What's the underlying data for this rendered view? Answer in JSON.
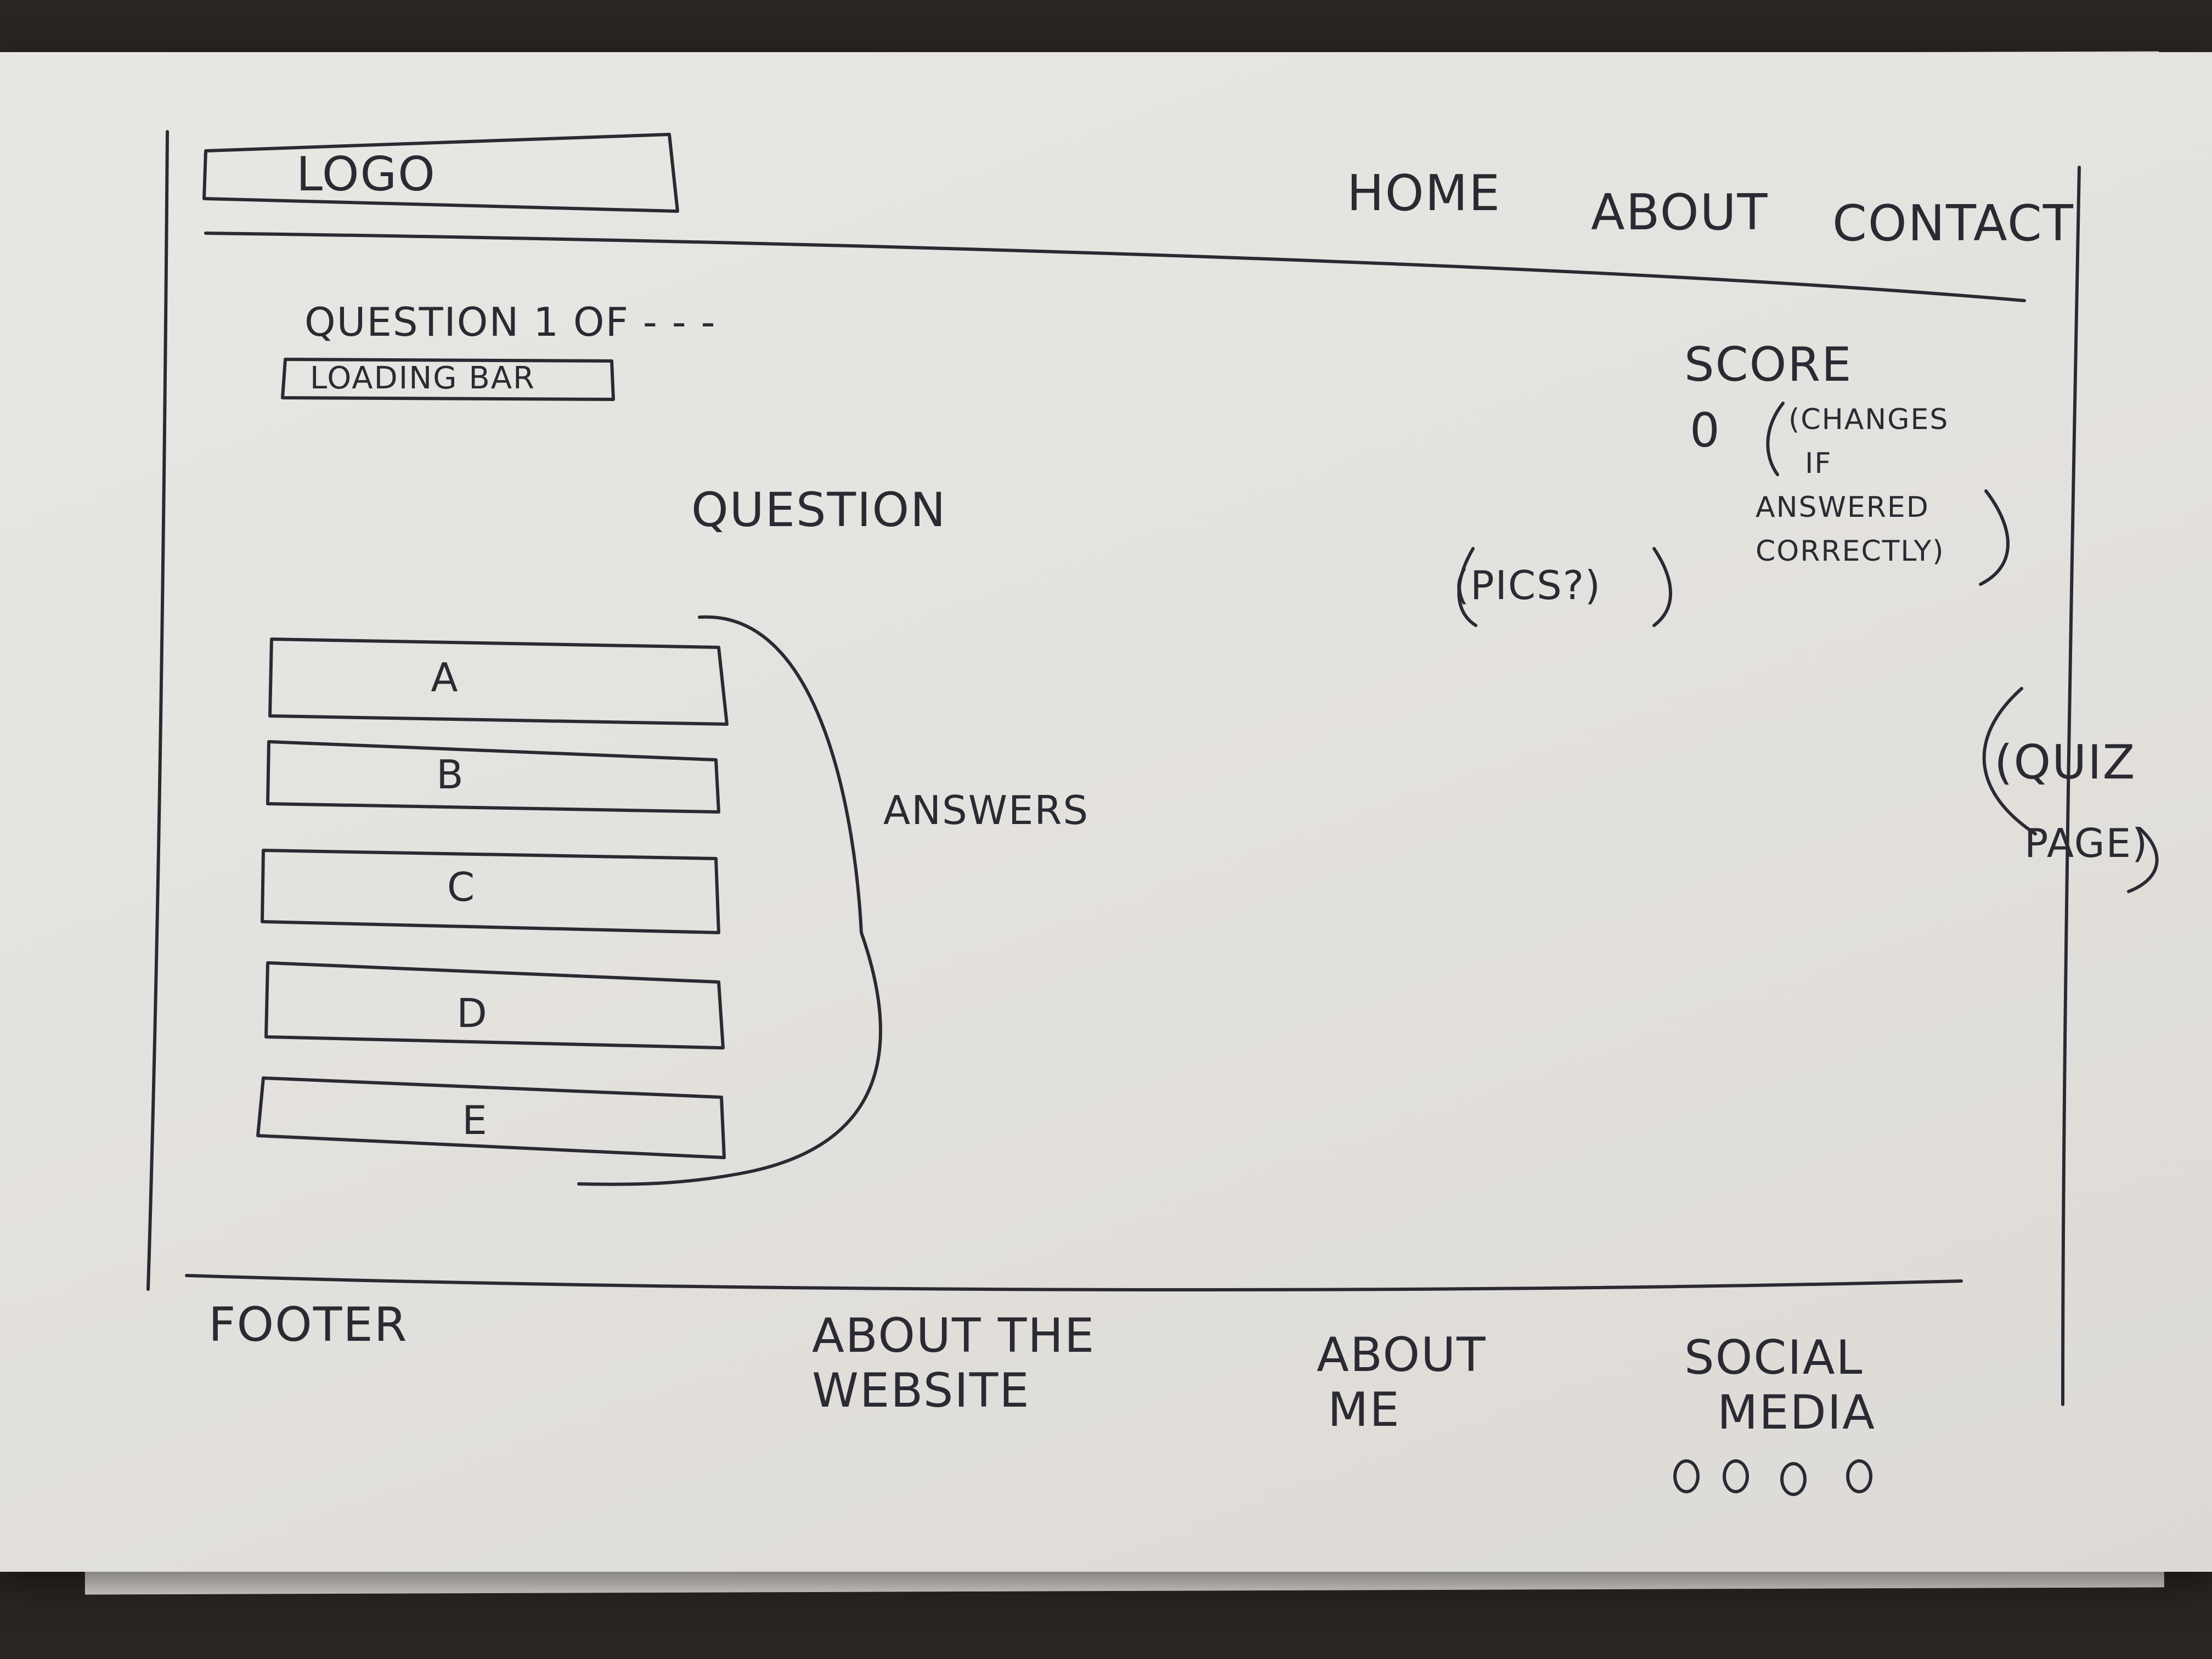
{
  "header": {
    "logo": "LOGO",
    "nav": [
      "HOME",
      "ABOUT",
      "CONTACT"
    ]
  },
  "quiz": {
    "progress_text": "QUESTION 1 OF - - -",
    "loading_bar": "LOADING BAR",
    "question": "QUESTION",
    "answers": [
      "A",
      "B",
      "C",
      "D",
      "E"
    ],
    "answers_note": "ANSWERS",
    "pics_note": "(PICS?)",
    "score_label": "SCORE",
    "score_value": "0",
    "score_note": [
      "(CHANGES",
      "IF",
      "ANSWERED",
      "CORRECTLY)"
    ],
    "page_note": [
      "(QUIZ",
      "PAGE)"
    ]
  },
  "footer": {
    "label": "FOOTER",
    "about_website": [
      "ABOUT THE",
      "WEBSITE"
    ],
    "about_me": [
      "ABOUT",
      "ME"
    ],
    "social_media": [
      "SOCIAL",
      "MEDIA"
    ],
    "social_icons": [
      "social-icon-1",
      "social-icon-2",
      "social-icon-3",
      "social-icon-4"
    ]
  }
}
